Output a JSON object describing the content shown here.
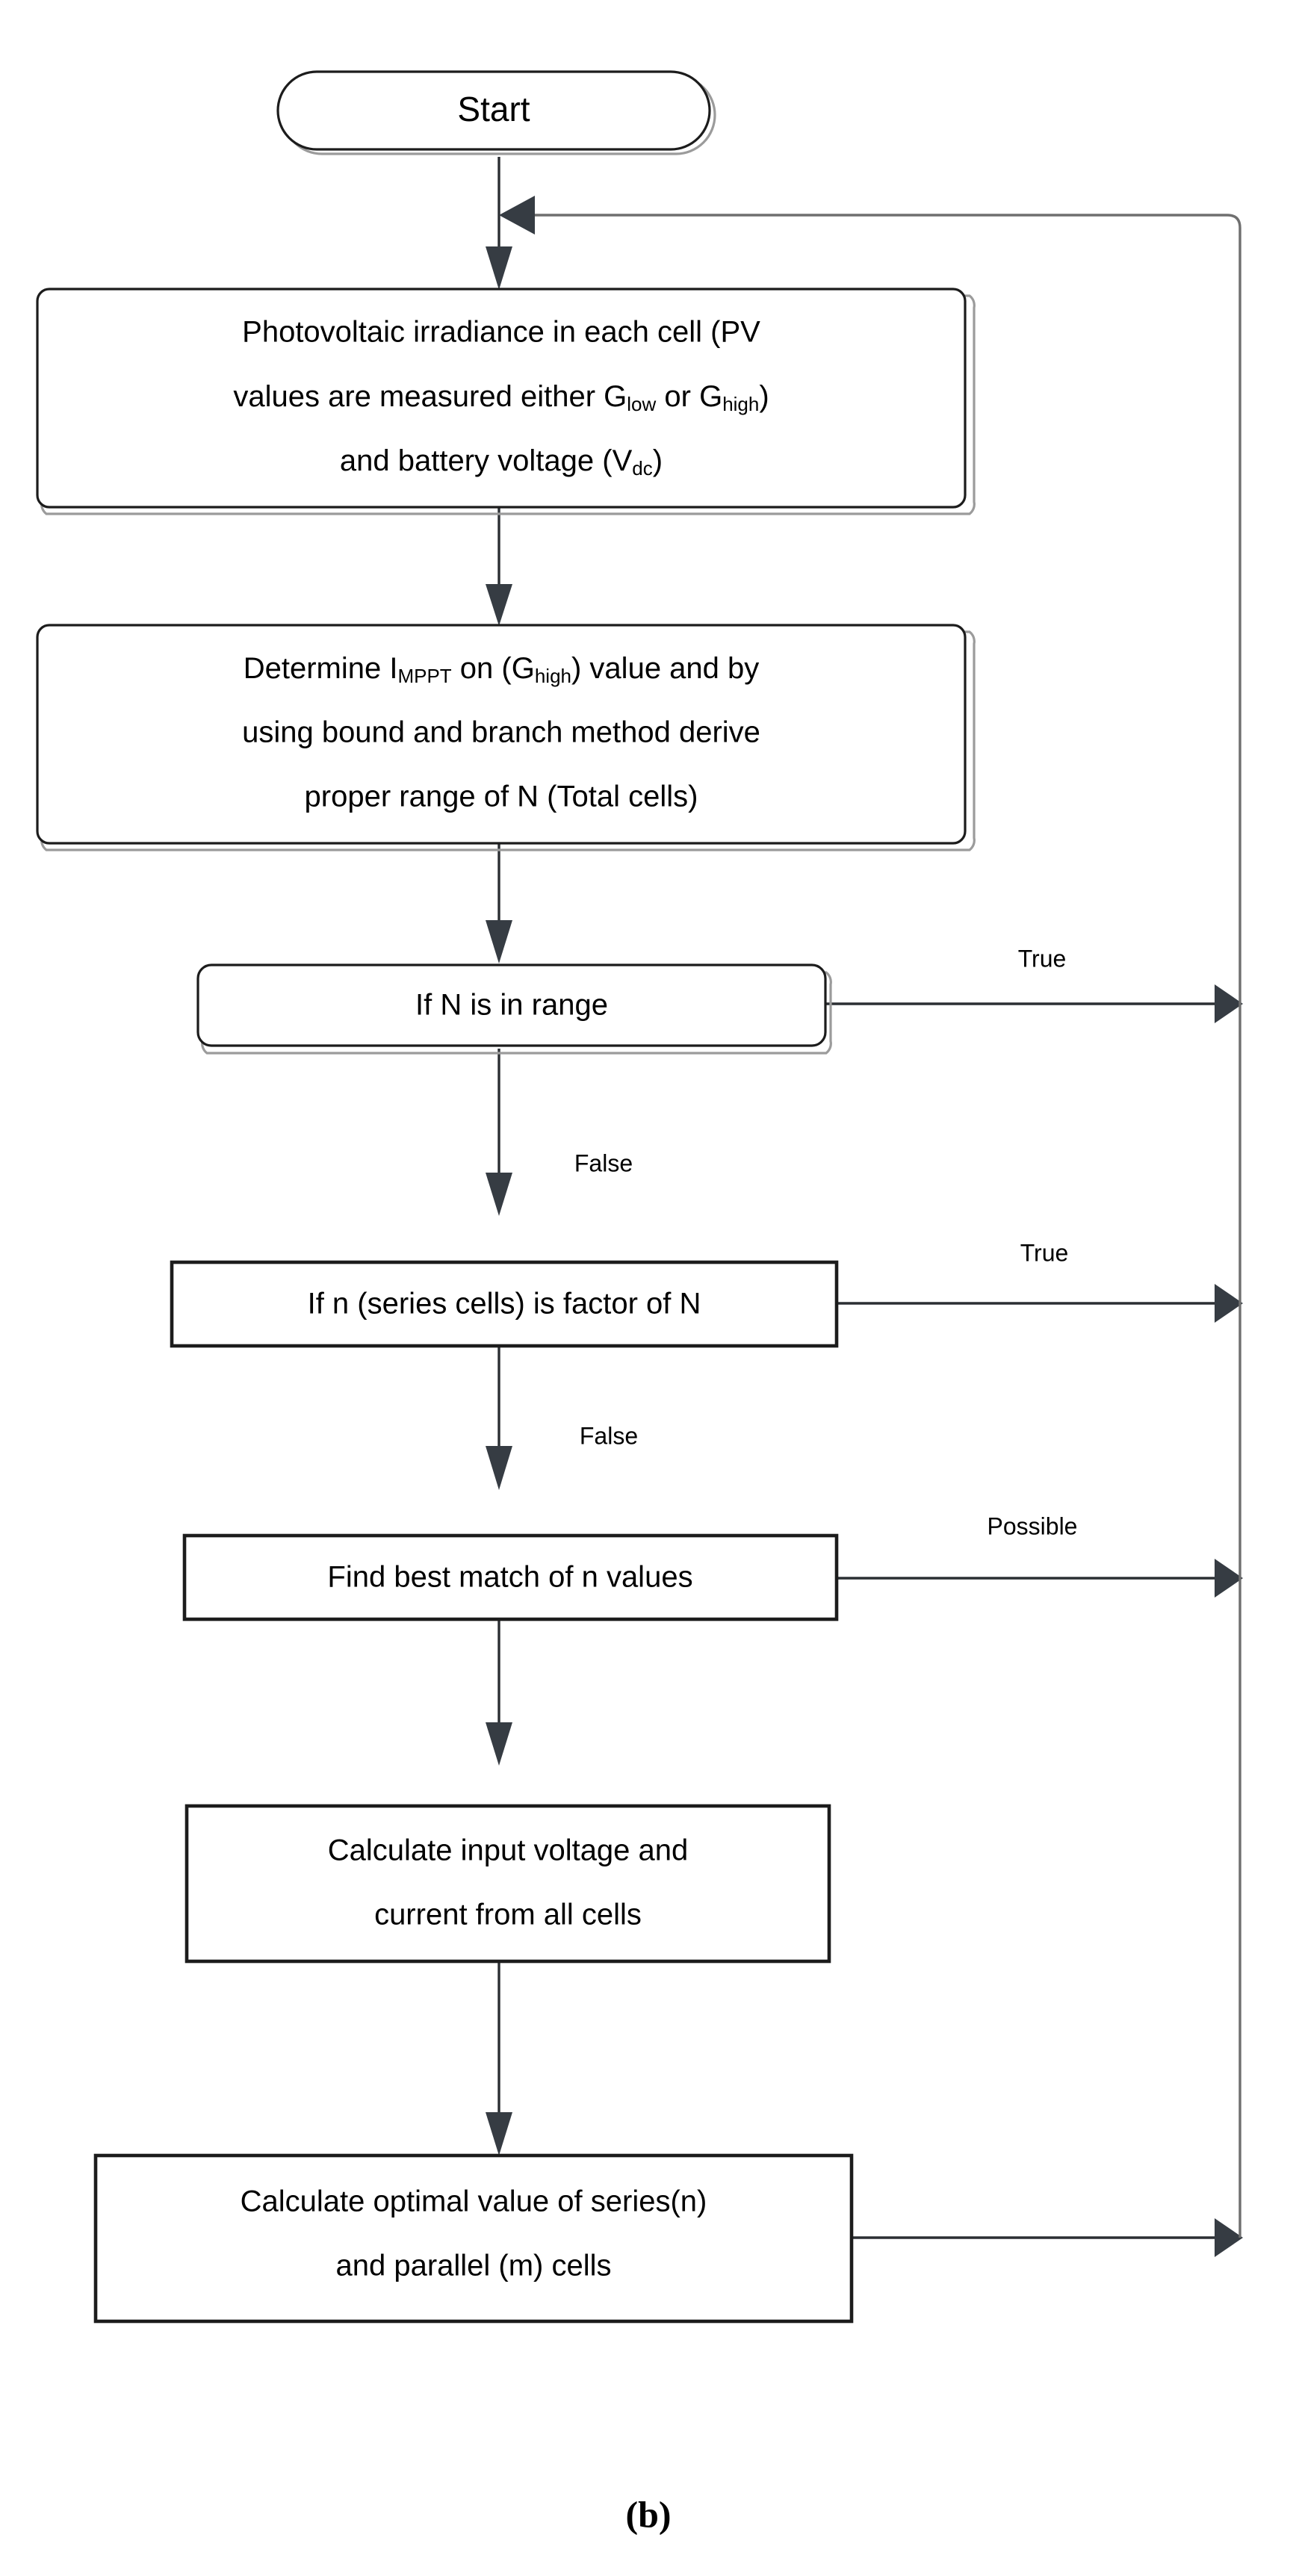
{
  "diagram": {
    "title_caption": "(b)",
    "type": "flowchart",
    "orientation": "top-to-bottom",
    "colors": {
      "node_fill": "#ffffff",
      "node_stroke": "#1c1c1c",
      "edge_stroke": "#2b2f33",
      "bus_stroke": "#6f6f6f",
      "shadow_stroke": "#9b9b9b",
      "text": "#000000"
    },
    "nodes": [
      {
        "id": "start",
        "shape": "stadium",
        "label": "Start"
      },
      {
        "id": "measure",
        "shape": "rounded-rect",
        "lines": [
          {
            "parts": [
              {
                "t": "Photovoltaic irradiance in each cell (PV"
              }
            ]
          },
          {
            "parts": [
              {
                "t": "values are measured either G"
              },
              {
                "t": "low",
                "sub": true
              },
              {
                "t": " or G"
              },
              {
                "t": "high",
                "sub": true
              },
              {
                "t": ")"
              }
            ]
          },
          {
            "parts": [
              {
                "t": "and battery voltage (V"
              },
              {
                "t": "dc",
                "sub": true
              },
              {
                "t": ")"
              }
            ]
          }
        ]
      },
      {
        "id": "determine",
        "shape": "rounded-rect",
        "lines": [
          {
            "parts": [
              {
                "t": "Determine I"
              },
              {
                "t": "MPPT",
                "sub": true
              },
              {
                "t": " on (G"
              },
              {
                "t": "high",
                "sub": true
              },
              {
                "t": ") value and by"
              }
            ]
          },
          {
            "parts": [
              {
                "t": "using bound and branch method derive"
              }
            ]
          },
          {
            "parts": [
              {
                "t": "proper range of N (Total cells)"
              }
            ]
          }
        ]
      },
      {
        "id": "decision-range",
        "shape": "rounded-rect",
        "lines": [
          {
            "parts": [
              {
                "t": "If N is in range"
              }
            ]
          }
        ]
      },
      {
        "id": "decision-factor",
        "shape": "rect",
        "lines": [
          {
            "parts": [
              {
                "t": "If n (series cells) is factor of N"
              }
            ]
          }
        ]
      },
      {
        "id": "best-match",
        "shape": "rect",
        "lines": [
          {
            "parts": [
              {
                "t": "Find best match of n values"
              }
            ]
          }
        ]
      },
      {
        "id": "calc-input",
        "shape": "rect",
        "lines": [
          {
            "parts": [
              {
                "t": "Calculate input voltage and"
              }
            ]
          },
          {
            "parts": [
              {
                "t": "current from all cells"
              }
            ]
          }
        ]
      },
      {
        "id": "calc-optimal",
        "shape": "rect",
        "lines": [
          {
            "parts": [
              {
                "t": "Calculate optimal  value of series(n)"
              }
            ]
          },
          {
            "parts": [
              {
                "t": "and parallel (m) cells"
              }
            ]
          }
        ]
      }
    ],
    "edge_labels": {
      "true_1": "True",
      "false_1": "False",
      "true_2": "True",
      "false_2": "False",
      "possible": "Possible"
    }
  }
}
